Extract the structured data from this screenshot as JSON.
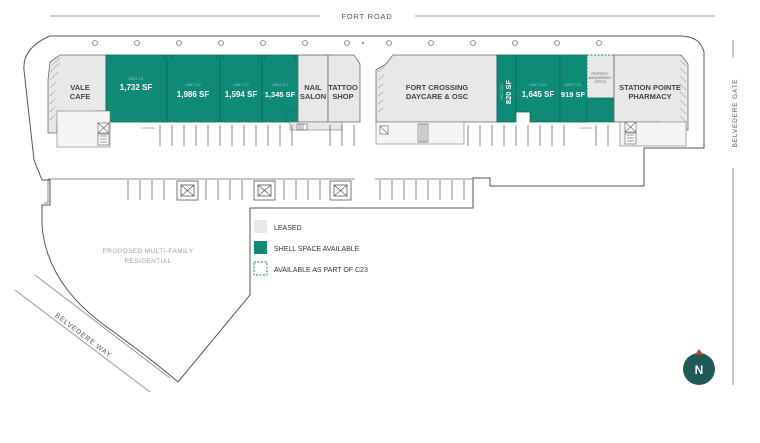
{
  "roads": {
    "north": "FORT ROAD",
    "east": "BELVEDERE GATE",
    "southwest": "BELVEDERE WAY"
  },
  "units": {
    "vale_cafe": [
      "VALE",
      "CAFE"
    ],
    "unit_1": {
      "code": "UNIT C1",
      "area": "1,732 SF"
    },
    "unit_2": {
      "code": "UNIT C2",
      "area": "1,986 SF"
    },
    "unit_3": {
      "code": "UNIT C3",
      "area": "1,594 SF"
    },
    "unit_4": {
      "code": "UNIT C4",
      "area": "1,345 SF"
    },
    "nail_salon": [
      "NAIL",
      "SALON"
    ],
    "tattoo_shop": [
      "TATTOO",
      "SHOP"
    ],
    "daycare": [
      "FORT CROSSING",
      "DAYCARE & OSC"
    ],
    "unit_5": {
      "code": "UNIT C23",
      "area": "820 SF"
    },
    "unit_6": {
      "code": "UNIT C22",
      "area": "1,645 SF"
    },
    "unit_7": {
      "code": "UNIT C21",
      "area": "919 SF"
    },
    "pm_office": [
      "PROPERTY",
      "MANAGEMENT",
      "OFFICE"
    ],
    "pharmacy": [
      "STATION POINTE",
      "PHARMACY"
    ]
  },
  "loading_left": "LOADING",
  "loading_right": "LOADING",
  "residential": [
    "PROPOSED MULTI-FAMILY",
    "RESIDENTIAL"
  ],
  "legend": {
    "leased": "LEASED",
    "shell": "SHELL SPACE AVAILABLE",
    "part": "AVAILABLE AS PART OF C23"
  },
  "north_arrow": "N",
  "colors": {
    "shell": "#0f8a76",
    "leased": "#e8e8e8",
    "line": "#555555",
    "text_grey": "#a0a0a0",
    "compass": "#1f5a58",
    "compass_tip": "#c0392b"
  }
}
